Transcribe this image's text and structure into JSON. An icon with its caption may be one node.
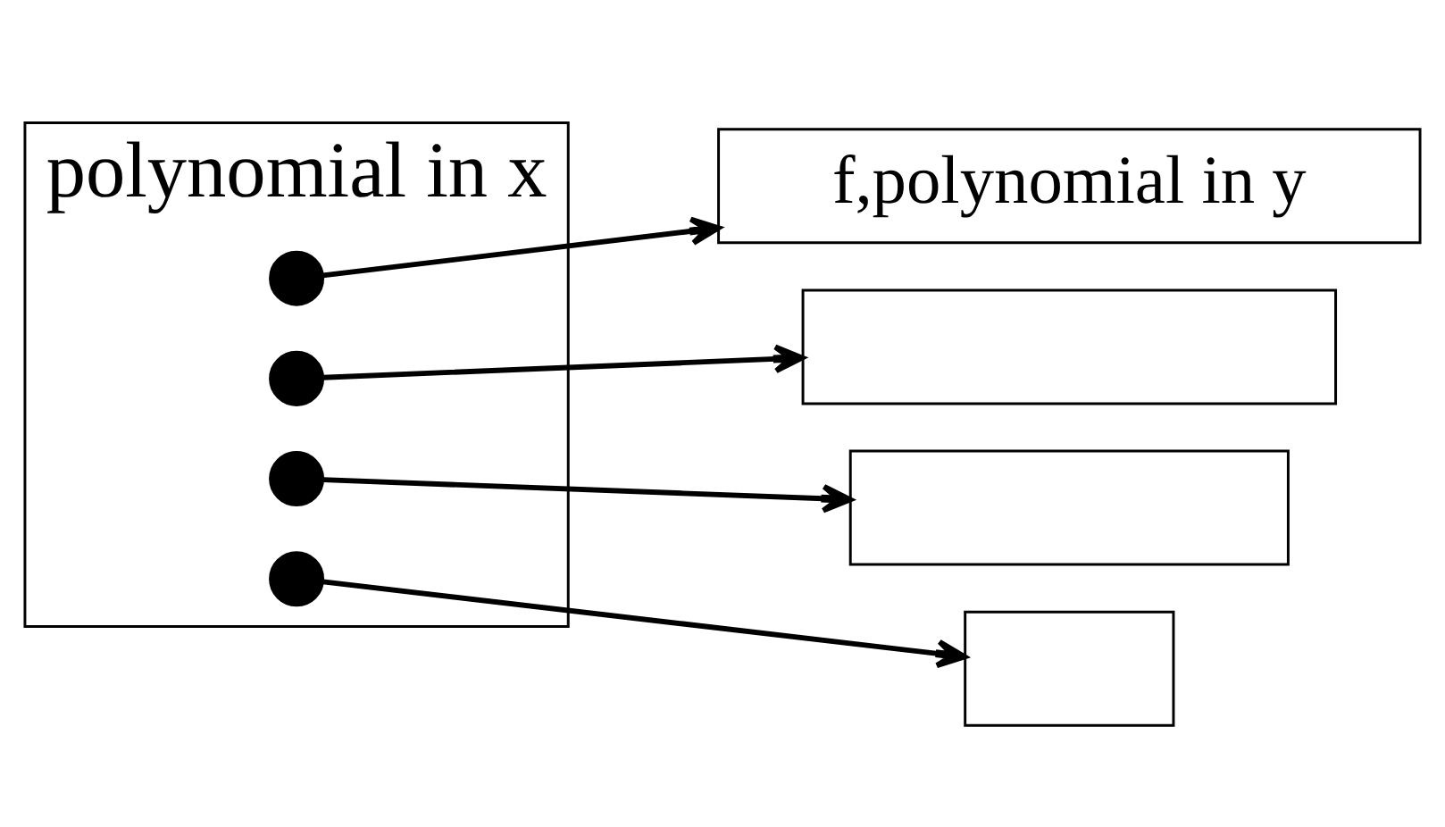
{
  "diagram": {
    "nodes": [
      {
        "text": [
          "polynomial in x"
        ]
      },
      {
        "text": [],
        "shape": "circle",
        "in": 0
      },
      {
        "text": [
          "f,polynomial in y"
        ]
      },
      {
        "text": [],
        "shape": "circle",
        "in": 0
      },
      {
        "text": [],
        "shape": "box"
      },
      {
        "text": [],
        "shape": "circle",
        "in": 0
      },
      {
        "text": [],
        "shape": "box"
      },
      {
        "text": [],
        "shape": "circle",
        "in": 0
      },
      {
        "text": [],
        "shape": "box"
      }
    ],
    "edges": [
      {
        "from": 1,
        "to": 2,
        "arrow": "to"
      },
      {
        "from": 3,
        "to": 4,
        "arrow": "to"
      },
      {
        "from": 5,
        "to": 6,
        "arrow": "to"
      },
      {
        "from": 7,
        "to": 8,
        "arrow": "to"
      }
    ]
  }
}
